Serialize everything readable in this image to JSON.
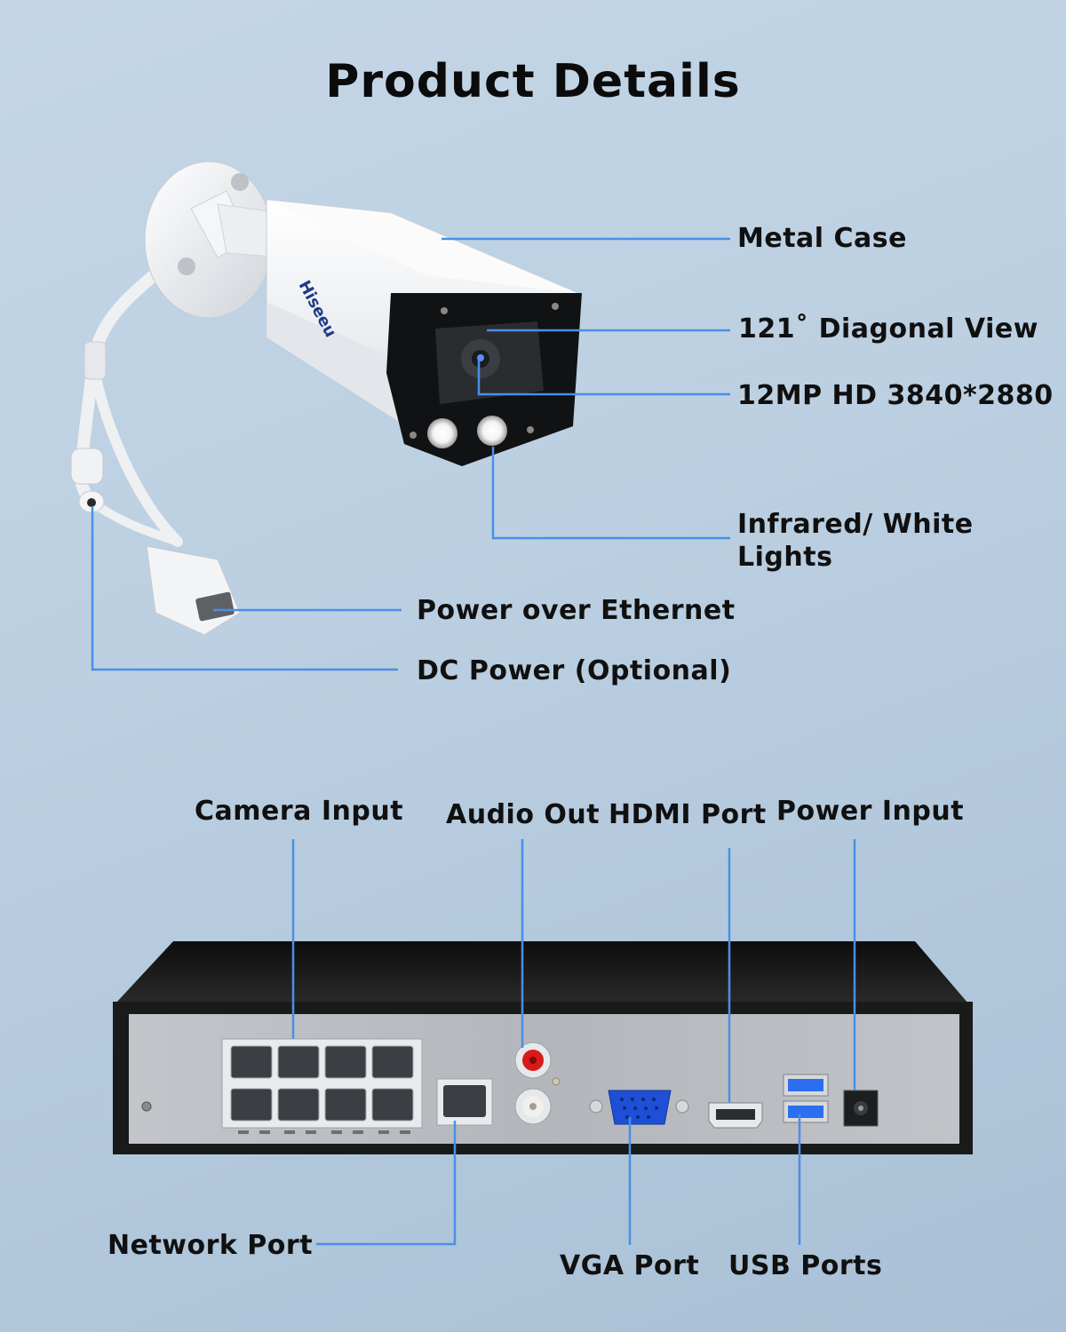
{
  "title": "Product Details",
  "camera": {
    "brand": "Hiseeu",
    "callouts": {
      "metal_case": "Metal Case",
      "diagonal_view": "121˚ Diagonal View",
      "resolution": "12MP HD 3840*2880",
      "lights": "Infrared/ White Lights",
      "poe": "Power over Ethernet",
      "dc_power": "DC Power (Optional)"
    }
  },
  "nvr": {
    "callouts": {
      "camera_input": "Camera Input",
      "audio_out": "Audio Out",
      "hdmi_port": "HDMI Port",
      "power_input": "Power Input",
      "network_port": "Network Port",
      "vga_port": "VGA Port",
      "usb_ports": "USB Ports"
    }
  },
  "colors": {
    "leader_line": "#4a8fe6",
    "background": "#bcd0e2",
    "nvr_body": "#1c1c1c",
    "nvr_panel": "#b9bcc0",
    "vga_blue": "#1f4fd6",
    "audio_red": "#d81a1a"
  }
}
